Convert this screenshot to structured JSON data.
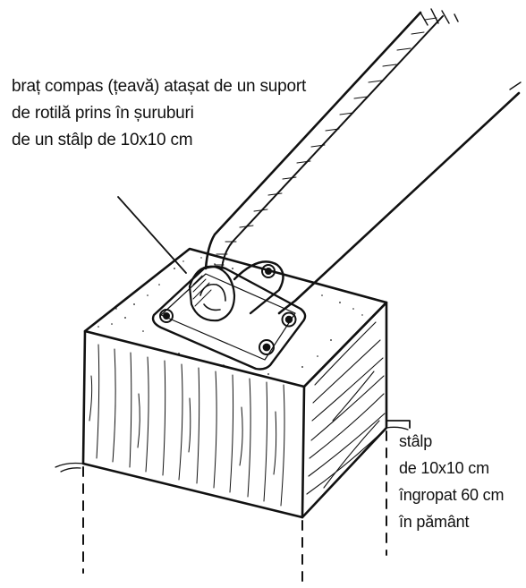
{
  "annotations": {
    "arm_label": {
      "lines": [
        "braț compas (țeavă) atașat de un suport",
        "de rotilă prins în șuruburi",
        "de un stâlp de 10x10 cm"
      ]
    },
    "post_label": {
      "lines": [
        "stâlp",
        "de 10x10 cm",
        "îngropat 60 cm",
        "în pământ"
      ]
    }
  },
  "colors": {
    "ink": "#111111",
    "background": "#ffffff"
  },
  "icons": {
    "post": "wooden-post-drawing",
    "arm": "compass-arm-pipe-drawing",
    "bracket": "caster-bracket-plate-drawing"
  }
}
